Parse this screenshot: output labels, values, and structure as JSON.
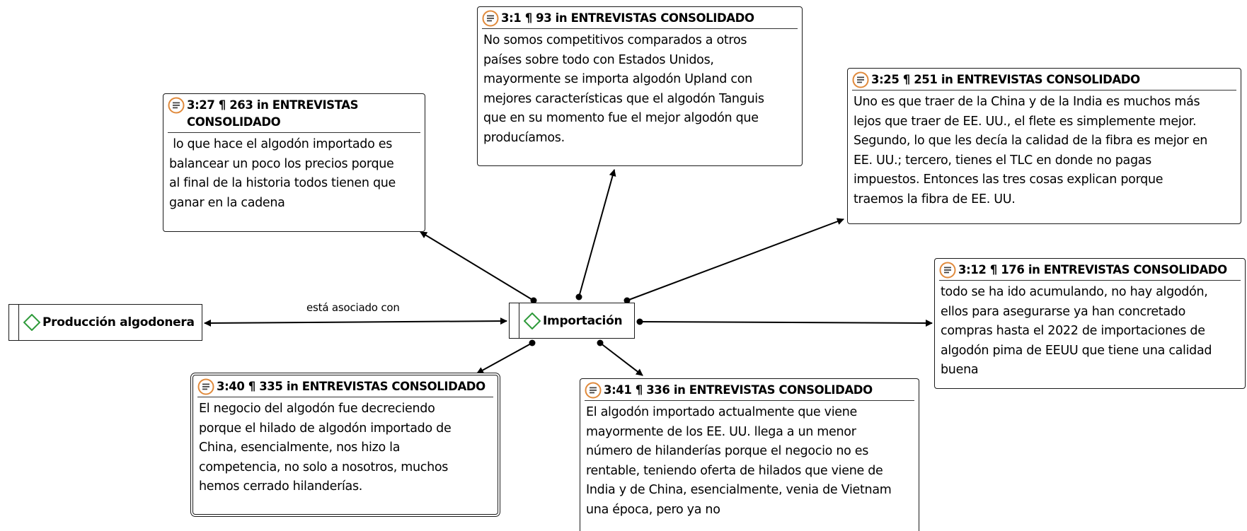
{
  "codes": {
    "importacion": "Importación",
    "produccion": "Producción algodonera"
  },
  "relation_label": "está asociado con",
  "quotes": {
    "q31": {
      "header": "3:1 ¶ 93 in ENTREVISTAS CONSOLIDADO",
      "lines": [
        "No somos  competitivos comparados a otros",
        "países sobre todo con Estados Unidos,",
        "mayormente se importa algodón Upland con",
        "mejores características que el algodón Tanguis",
        "que en su momento fue el mejor algodón que",
        "producíamos."
      ]
    },
    "q327": {
      "header_lines": [
        "3:27 ¶ 263 in ENTREVISTAS",
        "CONSOLIDADO"
      ],
      "lines": [
        " lo que hace el algodón importado es",
        "balancear un poco los precios porque",
        "al final de la historia todos tienen que",
        "ganar en la cadena"
      ]
    },
    "q325": {
      "header": "3:25 ¶ 251 in ENTREVISTAS CONSOLIDADO",
      "lines": [
        "Uno es que traer de la China y de la India es muchos más",
        "lejos que traer de EE. UU., el flete es simplemente mejor.",
        "Segundo, lo que les decía la calidad de la fibra es mejor en",
        "EE. UU.; tercero, tienes el TLC en donde no pagas",
        "impuestos. Entonces las tres cosas explican porque",
        "traemos la fibra de EE. UU."
      ]
    },
    "q312": {
      "header": "3:12 ¶ 176 in ENTREVISTAS CONSOLIDADO",
      "lines": [
        "todo se ha ido acumulando, no hay algodón,",
        "ellos para asegurarse ya han concretado",
        "compras hasta el 2022 de importaciones de",
        "algodón pima de EEUU que tiene una calidad",
        "buena"
      ]
    },
    "q340": {
      "header": "3:40 ¶ 335 in ENTREVISTAS CONSOLIDADO",
      "lines": [
        "El negocio del algodón fue decreciendo",
        "porque el hilado de algodón importado de",
        "China, esencialmente, nos hizo la",
        "competencia, no solo a nosotros, muchos",
        "hemos cerrado hilanderías."
      ]
    },
    "q341": {
      "header": "3:41 ¶ 336 in ENTREVISTAS CONSOLIDADO",
      "lines": [
        "El algodón importado actualmente que viene",
        "mayormente de los EE. UU. llega a un menor",
        "número de hilanderías porque el negocio no es",
        "rentable, teniendo oferta de hilados que viene de",
        "India y de China, esencialmente, venia de Vietnam",
        "una época, pero ya no"
      ]
    }
  },
  "colors": {
    "quote_icon_ring": "#e08a3c",
    "code_diamond": "#2e9a3a",
    "line": "#000000"
  }
}
